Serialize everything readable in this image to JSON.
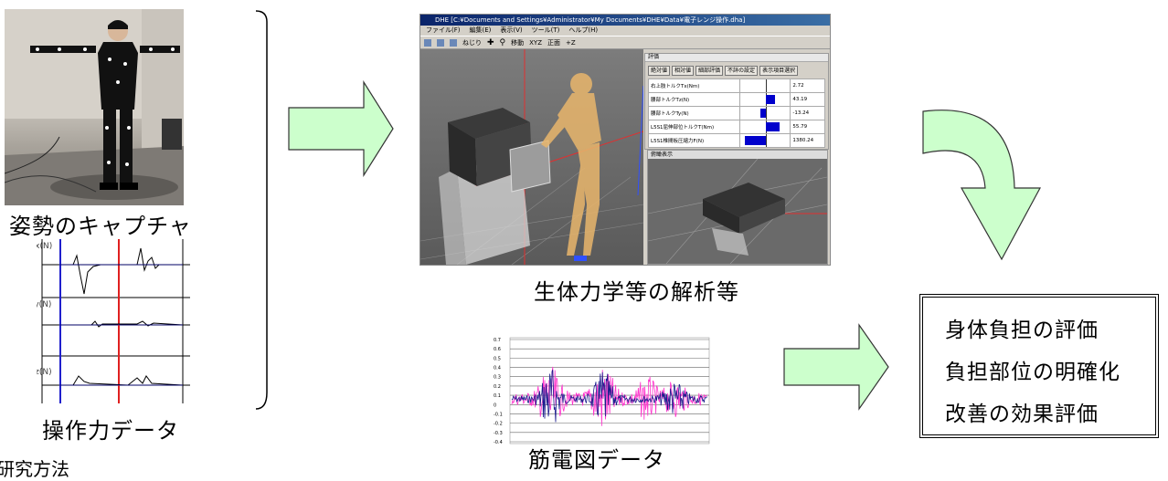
{
  "labels": {
    "posture_capture": "姿勢のキャプチャ",
    "force_data": "操作力データ",
    "biomech_analysis": "生体力学等の解析等",
    "emg_data": "筋電図データ",
    "cut_text": "研究方法"
  },
  "force_chart": {
    "panels": [
      "Fx(N)",
      "Fy(N)",
      "Fz(N)"
    ],
    "colors": {
      "trace": "#000000",
      "baseline": "#0000cc",
      "marker_blue": "#1f1fcc",
      "marker_red": "#e02020"
    }
  },
  "software": {
    "title": "DHE [C:¥Documents and Settings¥Administrator¥My Documents¥DHE¥Data¥電子レンジ操作.dha]",
    "menu": [
      "ファイル(F)",
      "編集(E)",
      "表示(V)",
      "ツール(T)",
      "ヘルプ(H)"
    ],
    "toolbar_text": [
      "ねじり",
      "移動",
      "XYZ",
      "正面",
      "+Z"
    ],
    "eval_panel": {
      "header": "評価",
      "buttons": [
        "絶対値",
        "相対値",
        "細部評価",
        "不詳の設定",
        "表示項目選択"
      ],
      "rows": [
        {
          "label": "右上肢トルクTx(Nm)",
          "value": "2.72"
        },
        {
          "label": "腰部トルクTz(N)",
          "value": "43.19"
        },
        {
          "label": "腰部トルクTy(N)",
          "value": "-13.24"
        },
        {
          "label": "L5S1屈伸部位トルクT(Nm)",
          "value": "55.79"
        },
        {
          "label": "L5S1椎間板圧縮力F(N)",
          "value": "1380.24"
        }
      ],
      "bar_levels": [
        0.0,
        0.35,
        -0.25,
        0.55,
        -0.9
      ]
    },
    "subview_header": "俯瞰表示"
  },
  "emg_chart": {
    "y_ticks": [
      "0.7",
      "0.6",
      "0.5",
      "0.4",
      "0.3",
      "0.2",
      "0.1",
      "0",
      "-0.1",
      "-0.2",
      "-0.3",
      "-0.4"
    ],
    "colors": {
      "series_a": "#1a1a8c",
      "series_b": "#ff33cc"
    }
  },
  "result_box": {
    "lines": [
      "身体負担の評価",
      "負担部位の明確化",
      "改善の効果評価"
    ]
  },
  "colors": {
    "arrow_fill": "#ccffcc",
    "arrow_stroke": "#333333"
  }
}
